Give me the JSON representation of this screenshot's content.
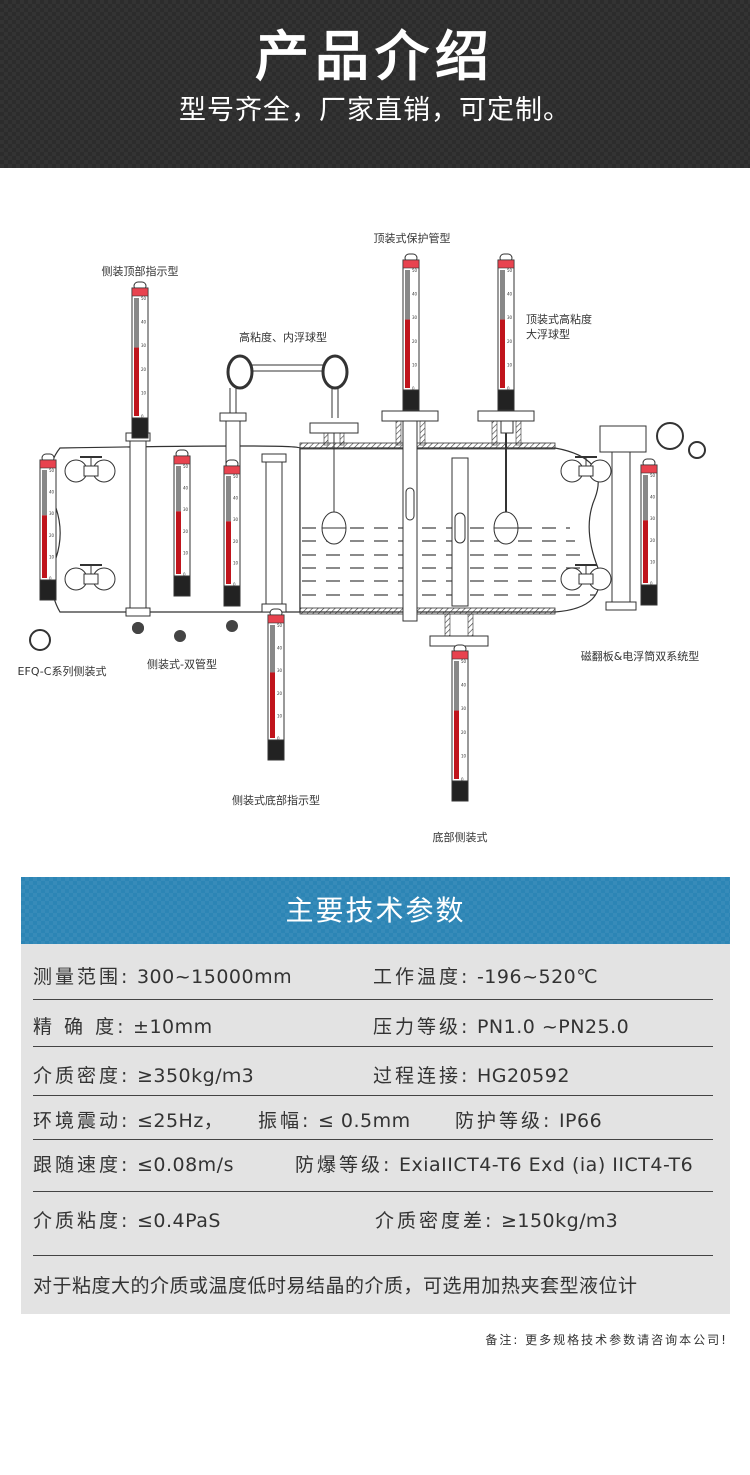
{
  "hero": {
    "title": "产品介绍",
    "subtitle": "型号齐全，厂家直销，可定制。",
    "background_color": "#2c2c2c"
  },
  "diagram": {
    "labels": {
      "side_top_indicator": "侧装顶部指示型",
      "high_viscosity_inner_float": "高粘度、内浮球型",
      "top_protection_tube": "顶装式保护管型",
      "top_high_viscosity_line1": "顶装式高粘度",
      "top_high_viscosity_line2": "大浮球型",
      "efq_c_side": "EFQ-C系列侧装式",
      "side_double_tube": "侧装式-双管型",
      "magnetic_float_dual": "磁翻板&电浮筒双系统型",
      "side_bottom_indicator": "侧装式底部指示型",
      "bottom_side": "底部侧装式"
    },
    "gauge_scale_ticks": [
      "50",
      "40",
      "30",
      "20",
      "10",
      "0"
    ],
    "indicator_color": "#c0141c",
    "header_cap_color": "#e8434f"
  },
  "specs": {
    "banner_title": "主要技术参数",
    "banner_color": "#2c85b5",
    "rows": [
      {
        "left_key": "测量范围:",
        "left_val": "300~15000mm",
        "right_key": "工作温度:",
        "right_val": "-196~520℃"
      },
      {
        "left_key": "精 确 度:",
        "left_val": "±10mm",
        "right_key": "压力等级:",
        "right_val": "PN1.0 ~PN25.0"
      },
      {
        "left_key": "介质密度:",
        "left_val": "≥350kg/ｍ3",
        "right_key": "过程连接:",
        "right_val": "HG20592"
      },
      {
        "left_key": "环境震动:",
        "left_val": "≤25Hz，",
        "mid_key": "振幅:",
        "mid_val": "≤ 0.5mm",
        "right_key": "防护等级:",
        "right_val": "IP66"
      },
      {
        "left_key": "跟随速度:",
        "left_val": "≤0.08m/s",
        "right_key": "防爆等级:",
        "right_val": "ExiaIICT4-T6 Exd (ia) IICT4-T6"
      },
      {
        "left_key": "介质粘度:",
        "left_val": "≤0.4PaS",
        "right_key": "介质密度差:",
        "right_val": "≥150kg/ｍ3"
      }
    ],
    "footnote": "对于粘度大的介质或温度低时易结晶的介质，可选用加热夹套型液位计"
  },
  "note": "备注: 更多规格技术参数请咨询本公司!"
}
